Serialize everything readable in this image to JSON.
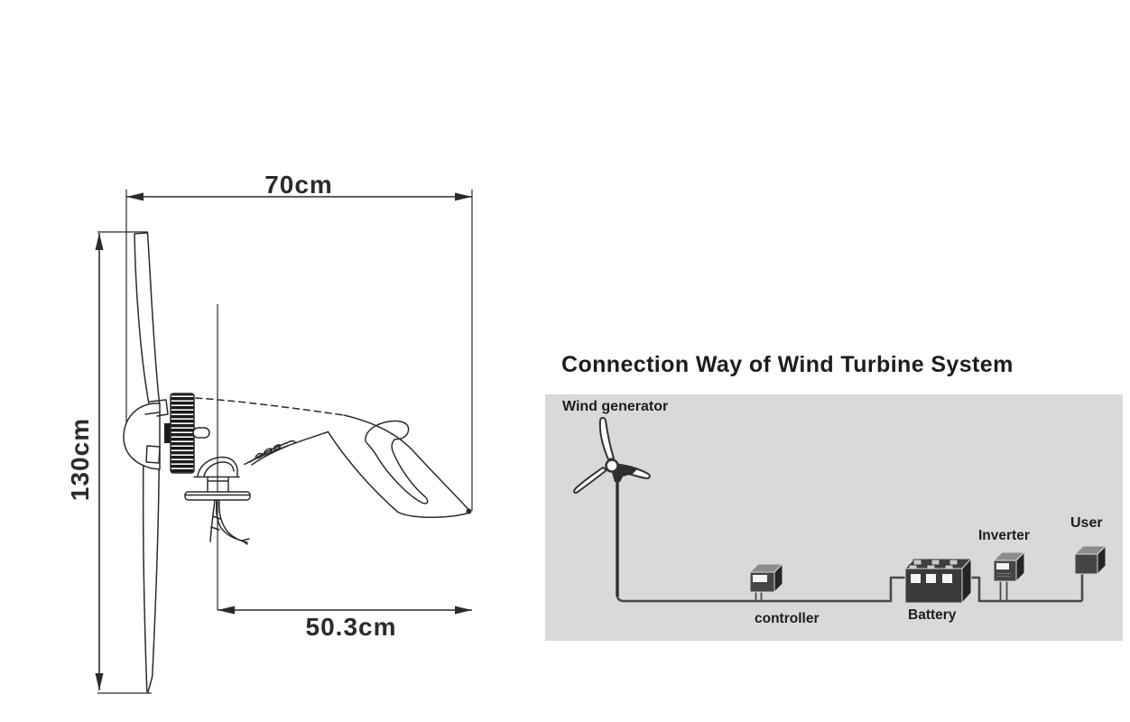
{
  "colors": {
    "ink": "#2b2b2b",
    "panel_bg": "#d9d9d9",
    "wire": "#4a4a4a",
    "box_front": "#454545",
    "box_top": "#8c8c8c",
    "box_side": "#242424",
    "battery_front": "#3a3a3a",
    "battery_top": "#3f3f3f",
    "display_white": "#f4f4f4",
    "label_text": "#1d1d1d"
  },
  "left_drawing": {
    "width_label": "70cm",
    "height_label": "130cm",
    "depth_label": "50.3cm"
  },
  "connection_diagram": {
    "title": "Connection Way of Wind Turbine System",
    "nodes": {
      "wind_generator": "Wind generator",
      "controller": "controller",
      "battery": "Battery",
      "inverter": "Inverter",
      "user": "User"
    }
  }
}
